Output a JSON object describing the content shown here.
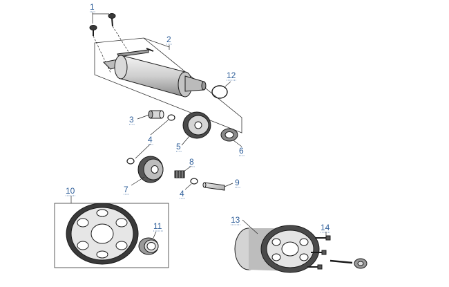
{
  "diagram": {
    "callouts": [
      {
        "id": "c1",
        "label": "1"
      },
      {
        "id": "c2",
        "label": "2"
      },
      {
        "id": "c3",
        "label": "3"
      },
      {
        "id": "c4a",
        "label": "4"
      },
      {
        "id": "c4b",
        "label": "4"
      },
      {
        "id": "c5",
        "label": "5"
      },
      {
        "id": "c6",
        "label": "6"
      },
      {
        "id": "c7",
        "label": "7"
      },
      {
        "id": "c8",
        "label": "8"
      },
      {
        "id": "c9",
        "label": "9"
      },
      {
        "id": "c10",
        "label": "10"
      },
      {
        "id": "c11",
        "label": "11"
      },
      {
        "id": "c12",
        "label": "12"
      },
      {
        "id": "c13",
        "label": "13"
      },
      {
        "id": "c14",
        "label": "14"
      }
    ],
    "colors": {
      "callout_text": "#2f5f9a",
      "outline": "#1a1a1a",
      "part_fill": "#e2e2e2",
      "part_dark": "#6a6a6a"
    }
  }
}
